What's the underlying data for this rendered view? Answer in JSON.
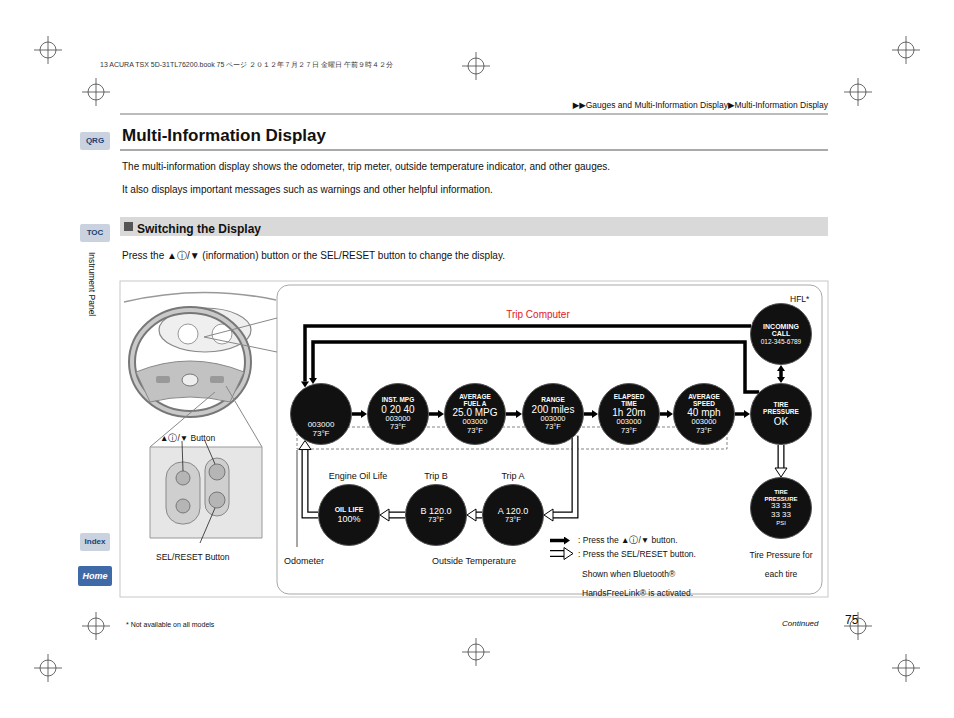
{
  "diagram": {
    "title": "Multi-Information Display",
    "nodes": [
      {
        "text": [
          "003000",
          "73°F"
        ]
      },
      {
        "text": [
          "INST. MPG",
          "0 20 40",
          "003000",
          "73°F"
        ]
      },
      {
        "text": [
          "AVERAGE FUEL A",
          "25.0 MPG",
          "003000",
          "73°F"
        ]
      },
      {
        "text": [
          "RANGE",
          "200 miles",
          "003000",
          "73°F"
        ]
      },
      {
        "text": [
          "ELAPSED TIME",
          "1h 20m",
          "003000",
          "73°F"
        ]
      },
      {
        "text": [
          "AVERAGE SPEED",
          "40 mph",
          "003000",
          "73°F"
        ]
      },
      {
        "text": [
          "INCOMING CALL",
          "012-345-6789"
        ]
      },
      {
        "text": [
          "TIRE PRESSURE",
          "OK"
        ]
      },
      {
        "text": [
          "TIRE PRESSURE",
          "33 33",
          "33 33",
          "PSI"
        ]
      },
      {
        "text": [
          "OIL LIFE",
          "100%"
        ]
      },
      {
        "text": [
          "B 120.0",
          "73°F"
        ]
      },
      {
        "text": [
          "A 120.0",
          "73°F"
        ]
      }
    ],
    "edges": [
      {
        "from": 0,
        "to": 1,
        "arrow": "to"
      },
      {
        "from": 1,
        "to": 2,
        "arrow": "to"
      },
      {
        "from": 2,
        "to": 3,
        "arrow": "to"
      },
      {
        "from": 3,
        "to": 4,
        "arrow": "to"
      },
      {
        "from": 4,
        "to": 5,
        "arrow": "to"
      },
      {
        "from": 5,
        "to": 7,
        "arrow": "to"
      },
      {
        "from": 7,
        "to": 6,
        "arrow": "both"
      },
      {
        "from": 6,
        "to": 0,
        "arrow": "to"
      },
      {
        "from": 7,
        "to": 0,
        "arrow": "to"
      },
      {
        "from": 7,
        "to": 8,
        "arrow": "to"
      },
      {
        "from": 3,
        "to": 11,
        "arrow": "to"
      },
      {
        "from": 11,
        "to": 10,
        "arrow": "to"
      },
      {
        "from": 10,
        "to": 9,
        "arrow": "to"
      },
      {
        "from": 9,
        "to": 0,
        "arrow": "to"
      }
    ],
    "labels": [
      "13 ACURA TSX 5D-31TL76200.book 75 ページ ２０１２年７月２７日 金曜日 午前９時４２分",
      "▶▶Gauges and Multi-Information Display▶Multi-Information Display",
      "QRG",
      "TOC",
      "Instrument Panel",
      "Index",
      "Home",
      "The multi-information display shows the odometer, trip meter, outside temperature indicator, and other gauges.",
      "It also displays important messages such as warnings and other helpful information.",
      "Switching the Display",
      "Press the ▲ⓘ/▼ (information) button or the SEL/RESET button to change the display.",
      "Trip Computer",
      "HFL*",
      "▲ⓘ/▼ Button",
      "SEL/RESET Button",
      "Engine Oil Life",
      "Trip B",
      "Trip A",
      "Odometer",
      "Outside Temperature",
      "Shown when Bluetooth® HandsFreeLink® is activated.",
      "Tire Pressure for each tire",
      "* Not available on all models",
      "Continued",
      "75"
    ],
    "legend": [
      {
        "text": ": Press the ▲ⓘ/▼ button."
      },
      {
        "text": ": Press the SEL/RESET button."
      }
    ]
  }
}
